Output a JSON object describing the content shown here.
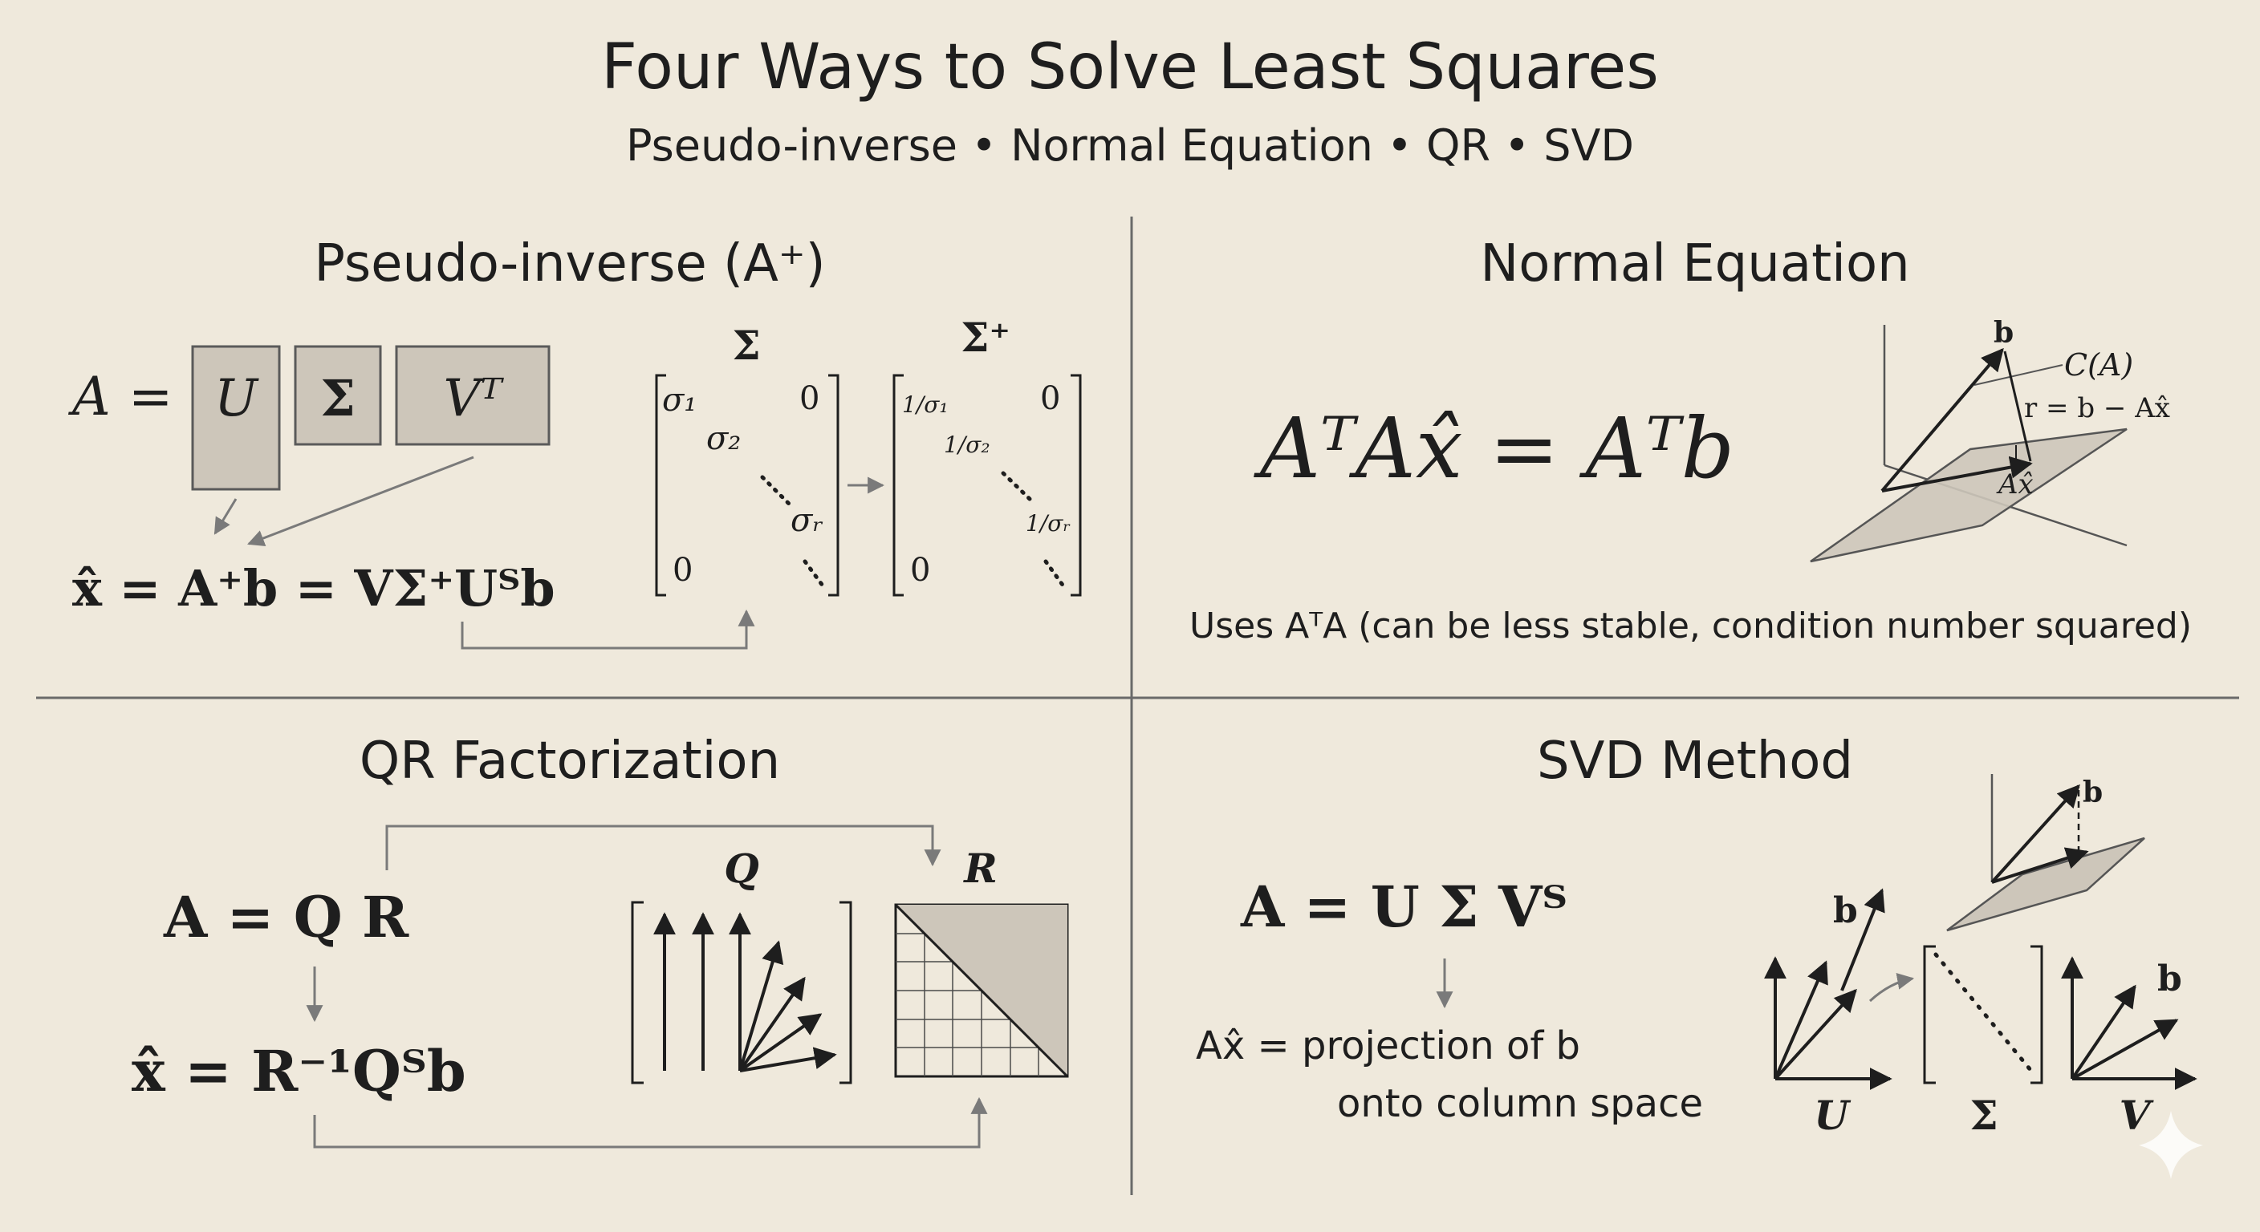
{
  "title": "Four Ways to Solve Least Squares",
  "subtitle": "Pseudo-inverse • Normal Equation • QR • SVD",
  "colors": {
    "background": "#efe9dc",
    "ink": "#1e1e1e",
    "box_fill": "#cdc6ba",
    "box_stroke": "#5a5a5a",
    "arrow_gray": "#7a7a7a",
    "divider": "#6a6a6a"
  },
  "pseudo": {
    "heading": "Pseudo-inverse (A⁺)",
    "A": "A",
    "equals": "=",
    "U": "U",
    "Sigma": "Σ",
    "VT": "Vᵀ",
    "solution": "x̂ = A⁺b = VΣ⁺Uᵀb",
    "sigma_label": "Σ",
    "sigma_plus_label": "Σ⁺",
    "sigma1": "σ₁",
    "sigma2": "σ₂",
    "sigmar": "σᵣ",
    "zero": "0",
    "inv1": "1/σ₁",
    "inv2": "1/σ₂",
    "invr": "1/σᵣ"
  },
  "normal": {
    "heading": "Normal Equation",
    "equation": "AᵀAx̂ = Aᵀb",
    "note": "Uses AᵀA (can be less stable, condition number squared)",
    "b_label": "b",
    "CA_label": "C(A)",
    "r_label": "r = b − Ax̂",
    "Ax_label": "Ax̂"
  },
  "qr": {
    "heading": "QR Factorization",
    "equation": "A = Q R",
    "solution": "x̂ = R⁻¹Qᵀb",
    "Q_label": "Q",
    "R_label": "R"
  },
  "svd": {
    "heading": "SVD Method",
    "equation": "A = U Σ Vᵀ",
    "line1": "Ax̂ = projection of b",
    "line2": "onto column space",
    "b_label": "b",
    "U_label": "U",
    "Sigma_label": "Σ",
    "V_label": "V"
  },
  "icons": [
    "sparkle-icon"
  ]
}
